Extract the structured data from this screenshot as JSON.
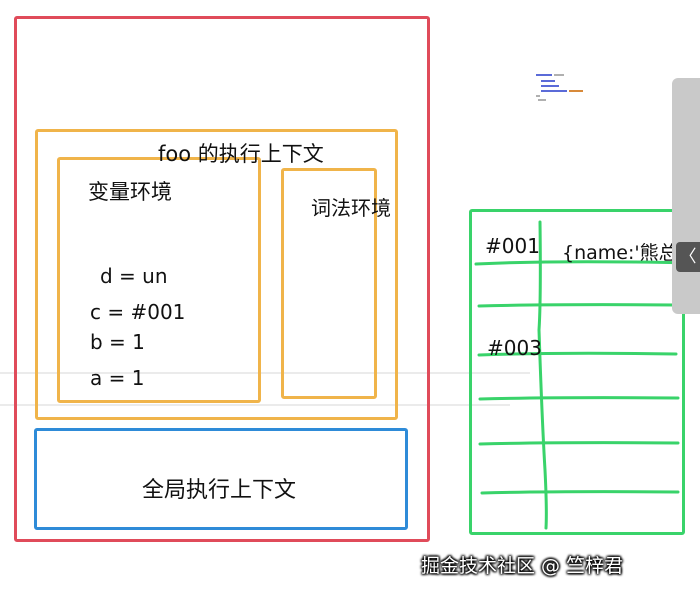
{
  "diagram": {
    "foo_context_title": "foo 的执行上下文",
    "variable_env_title": "变量环境",
    "lexical_env_title": "词法环境",
    "variables": {
      "d": "d = un",
      "c": "c = #001",
      "b": "b = 1",
      "a": "a = 1"
    },
    "global_context_title": "全局执行上下文",
    "heap": {
      "address_1": "#001",
      "object_1": "{name:'熊总'}",
      "address_3": "#003"
    }
  },
  "side_panel": {
    "toggle_glyph": "〈"
  },
  "watermark": "掘金技术社区 @ 竺梓君",
  "colors": {
    "stack_border": "#e04b5a",
    "context_border": "#f0b44a",
    "global_border": "#2e8bd8",
    "heap_border": "#39d36a"
  }
}
